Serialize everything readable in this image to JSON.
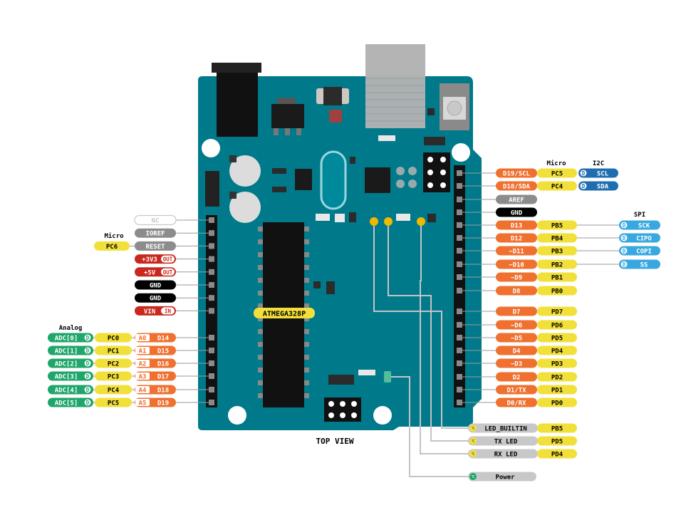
{
  "colors": {
    "board": "#007a8a",
    "digital": "#f07030",
    "port": "#f2e03a",
    "analog": "#1fa66b",
    "spi_i2c": "#3aa8e0",
    "i2c_dark": "#1f6fb0",
    "power_red": "#c8281e",
    "gnd": "#000000",
    "gray": "#8c8c8c",
    "light_gray": "#c8c8c8",
    "led": "#f2b800",
    "line": "#c4c4c4"
  },
  "board": {
    "chip_label": "ATMEGA328P",
    "view_label": "TOP VIEW"
  },
  "headings": {
    "micro_left": "Micro",
    "analog": "Analog",
    "micro_right": "Micro",
    "i2c": "I2C",
    "spi": "SPI"
  },
  "left_power_pins": [
    {
      "label": "NC",
      "style": "nc"
    },
    {
      "label": "IOREF",
      "style": "gray"
    },
    {
      "label": "RESET",
      "style": "gray",
      "port": "PC6"
    },
    {
      "label": "+3V3",
      "style": "red",
      "tag": "OUT"
    },
    {
      "label": "+5V",
      "style": "red",
      "tag": "OUT"
    },
    {
      "label": "GND",
      "style": "black"
    },
    {
      "label": "GND",
      "style": "black"
    },
    {
      "label": "VIN",
      "style": "red",
      "tag": "IN"
    }
  ],
  "analog_pins": [
    {
      "adc": "ADC[0]",
      "port": "PC0",
      "analog": "A0",
      "digital": "D14"
    },
    {
      "adc": "ADC[1]",
      "port": "PC1",
      "analog": "A1",
      "digital": "D15"
    },
    {
      "adc": "ADC[2]",
      "port": "PC2",
      "analog": "A2",
      "digital": "D16"
    },
    {
      "adc": "ADC[3]",
      "port": "PC3",
      "analog": "A3",
      "digital": "D17"
    },
    {
      "adc": "ADC[4]",
      "port": "PC4",
      "analog": "A4",
      "digital": "D18"
    },
    {
      "adc": "ADC[5]",
      "port": "PC5",
      "analog": "A5",
      "digital": "D19"
    }
  ],
  "right_top_pins": [
    {
      "label": "D19/SCL",
      "style": "digital",
      "port": "PC5",
      "extra": "SCL",
      "extra_style": "i2c"
    },
    {
      "label": "D18/SDA",
      "style": "digital",
      "port": "PC4",
      "extra": "SDA",
      "extra_style": "i2c"
    },
    {
      "label": "AREF",
      "style": "gray"
    },
    {
      "label": "GND",
      "style": "black"
    },
    {
      "label": "D13",
      "style": "digital",
      "port": "PB5",
      "extra": "SCK",
      "extra_style": "spi"
    },
    {
      "label": "D12",
      "style": "digital",
      "port": "PB4",
      "extra": "CIPO",
      "extra_style": "spi"
    },
    {
      "label": "~D11",
      "style": "digital",
      "port": "PB3",
      "extra": "COPI",
      "extra_style": "spi"
    },
    {
      "label": "~D10",
      "style": "digital",
      "port": "PB2",
      "extra": "SS",
      "extra_style": "spi"
    },
    {
      "label": "~D9",
      "style": "digital",
      "port": "PB1"
    },
    {
      "label": "D8",
      "style": "digital",
      "port": "PB0"
    }
  ],
  "right_bottom_pins": [
    {
      "label": "D7",
      "port": "PD7"
    },
    {
      "label": "~D6",
      "port": "PD6"
    },
    {
      "label": "~D5",
      "port": "PD5"
    },
    {
      "label": "D4",
      "port": "PD4"
    },
    {
      "label": "~D3",
      "port": "PD3"
    },
    {
      "label": "D2",
      "port": "PD2"
    },
    {
      "label": "D1/TX",
      "port": "PD1"
    },
    {
      "label": "D0/RX",
      "port": "PD0"
    }
  ],
  "leds": [
    {
      "label": "LED_BUILTIN",
      "port": "PB5"
    },
    {
      "label": "TX LED",
      "port": "PD5"
    },
    {
      "label": "RX LED",
      "port": "PD4"
    },
    {
      "label": "Power",
      "port": ""
    }
  ]
}
